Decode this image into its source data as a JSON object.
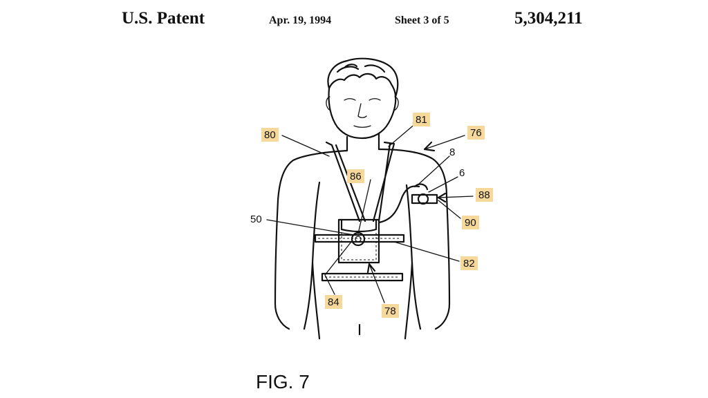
{
  "header": {
    "title": "U.S. Patent",
    "date": "Apr. 19, 1994",
    "sheet": "Sheet 3 of 5",
    "patent_number": "5,304,211"
  },
  "figure": {
    "caption": "FIG. 7",
    "reference_numerals": [
      "80",
      "81",
      "76",
      "8",
      "6",
      "86",
      "88",
      "50",
      "90",
      "82",
      "84",
      "78"
    ],
    "midline_mark": "I"
  },
  "colors": {
    "highlight": "#f6d99a",
    "ink": "#111111"
  }
}
